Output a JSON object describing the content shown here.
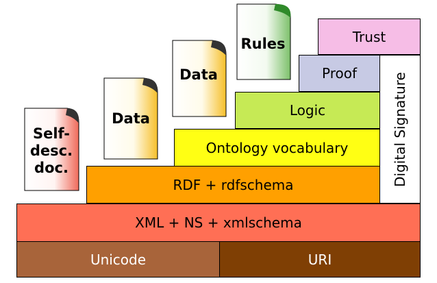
{
  "layers": {
    "unicode": "Unicode",
    "uri": "URI",
    "xml": "XML + NS + xmlschema",
    "rdf": "RDF + rdfschema",
    "ontology": "Ontology vocabulary",
    "logic": "Logic",
    "proof": "Proof",
    "trust": "Trust",
    "digital_signature": "Digital Signature"
  },
  "documents": {
    "self_desc_line1": "Self-",
    "self_desc_line2": "desc.",
    "self_desc_line3": "doc.",
    "data_1": "Data",
    "data_2": "Data",
    "rules": "Rules"
  },
  "colors": {
    "unicode": "#a8643a",
    "uri": "#7f3f04",
    "xml": "#ff6f55",
    "rdf": "#ffa000",
    "ontology": "#ffff14",
    "logic": "#c6ea55",
    "proof": "#c7cae4",
    "trust": "#f6bde6",
    "doc_self_desc": "#ef6a5a",
    "doc_data": "#f6bf2a",
    "doc_rules": "#7cc06a",
    "doc_fold": "#333333"
  }
}
